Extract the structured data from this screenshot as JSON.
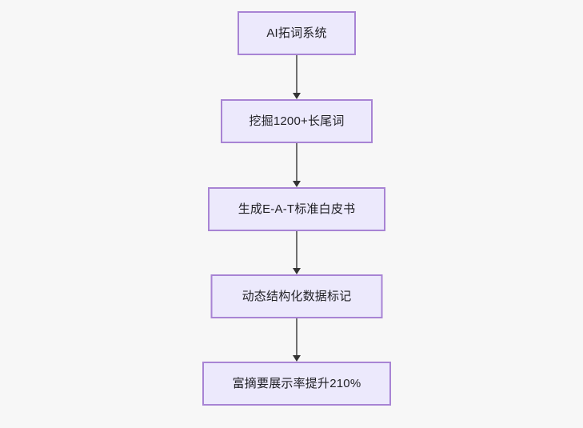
{
  "diagram": {
    "type": "flowchart",
    "direction": "top-to-bottom",
    "background_color": "#f7f7f7",
    "node_fill_color": "#ece9fc",
    "node_border_color": "#a884d4",
    "node_text_color": "#1f1f24",
    "edge_line_color": "#707070",
    "edge_arrow_color": "#333333",
    "nodes": [
      {
        "id": "n1",
        "label": "AI拓词系统"
      },
      {
        "id": "n2",
        "label": "挖掘1200+长尾词"
      },
      {
        "id": "n3",
        "label": "生成E-A-T标准白皮书"
      },
      {
        "id": "n4",
        "label": "动态结构化数据标记"
      },
      {
        "id": "n5",
        "label": "富摘要展示率提升210%"
      }
    ],
    "edges": [
      {
        "from": "n1",
        "to": "n2",
        "label": ""
      },
      {
        "from": "n2",
        "to": "n3",
        "label": ""
      },
      {
        "from": "n3",
        "to": "n4",
        "label": ""
      },
      {
        "from": "n4",
        "to": "n5",
        "label": ""
      }
    ]
  }
}
